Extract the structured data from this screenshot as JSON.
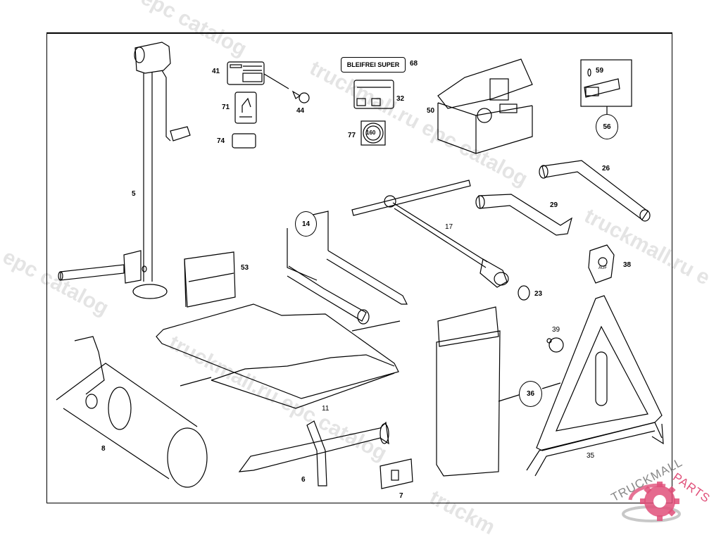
{
  "diagram": {
    "title": "Vehicle tool kit and accessories exploded parts diagram",
    "sticker_text": "BLEIFREI SUPER",
    "badge_text": "160",
    "cap_text": "AUF",
    "callouts": [
      {
        "id": "5",
        "part": "car jack"
      },
      {
        "id": "41",
        "part": "information label"
      },
      {
        "id": "44",
        "part": "screw"
      },
      {
        "id": "71",
        "part": "jack position sticker"
      },
      {
        "id": "74",
        "part": "label"
      },
      {
        "id": "68",
        "part": "fuel label BLEIFREI SUPER"
      },
      {
        "id": "32",
        "part": "tire pressure label"
      },
      {
        "id": "77",
        "part": "speed label 160"
      },
      {
        "id": "50",
        "part": "spare bulb box"
      },
      {
        "id": "59",
        "part": "fuse"
      },
      {
        "id": "56",
        "part": "fuse holder group"
      },
      {
        "id": "26",
        "part": "wheel wrench large"
      },
      {
        "id": "29",
        "part": "wheel wrench"
      },
      {
        "id": "17",
        "part": "T-handle socket wrench"
      },
      {
        "id": "14",
        "part": "screwdriver group"
      },
      {
        "id": "23",
        "part": "socket"
      },
      {
        "id": "38",
        "part": "filler cap"
      },
      {
        "id": "53",
        "part": "holder"
      },
      {
        "id": "11",
        "part": "tool roll bag"
      },
      {
        "id": "39",
        "part": "plug"
      },
      {
        "id": "36",
        "part": "warning triangle group"
      },
      {
        "id": "35",
        "part": "warning triangle"
      },
      {
        "id": "8",
        "part": "tool bag"
      },
      {
        "id": "6",
        "part": "towing eye / tool"
      },
      {
        "id": "7",
        "part": "clip"
      }
    ]
  },
  "watermarks": {
    "site_text": "truckmall.ru epc catalog",
    "logo_text_left": "TRUCKMALL",
    "logo_text_right": "PARTS",
    "logo_color": "#e0507a",
    "logo_gray": "#b0b0b0"
  }
}
